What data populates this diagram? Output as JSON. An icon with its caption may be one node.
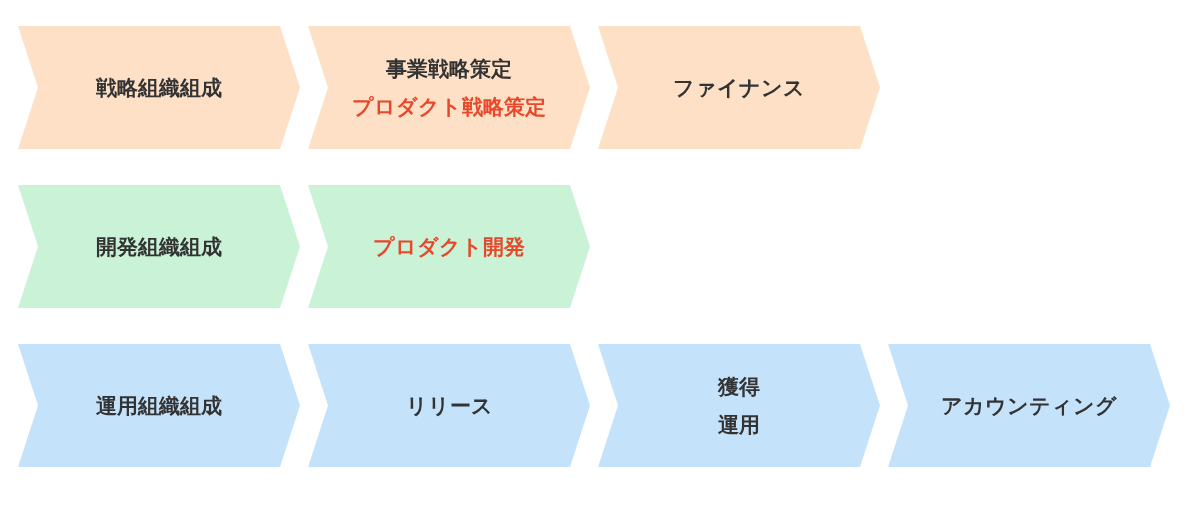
{
  "diagram": {
    "nodes": [
      {
        "text": [
          "戦略組織組成"
        ]
      },
      {
        "text": [
          "事業戦略策定",
          "プロダクト戦略策定"
        ]
      },
      {
        "text": [
          "ファイナンス"
        ]
      },
      {
        "text": [
          "開発組織組成"
        ]
      },
      {
        "text": [
          "プロダクト開発"
        ]
      },
      {
        "text": [
          "運用組織組成"
        ]
      },
      {
        "text": [
          "リリース"
        ]
      },
      {
        "text": [
          "獲得",
          "運用"
        ]
      },
      {
        "text": [
          "アカウンティング"
        ]
      }
    ],
    "edges": []
  }
}
